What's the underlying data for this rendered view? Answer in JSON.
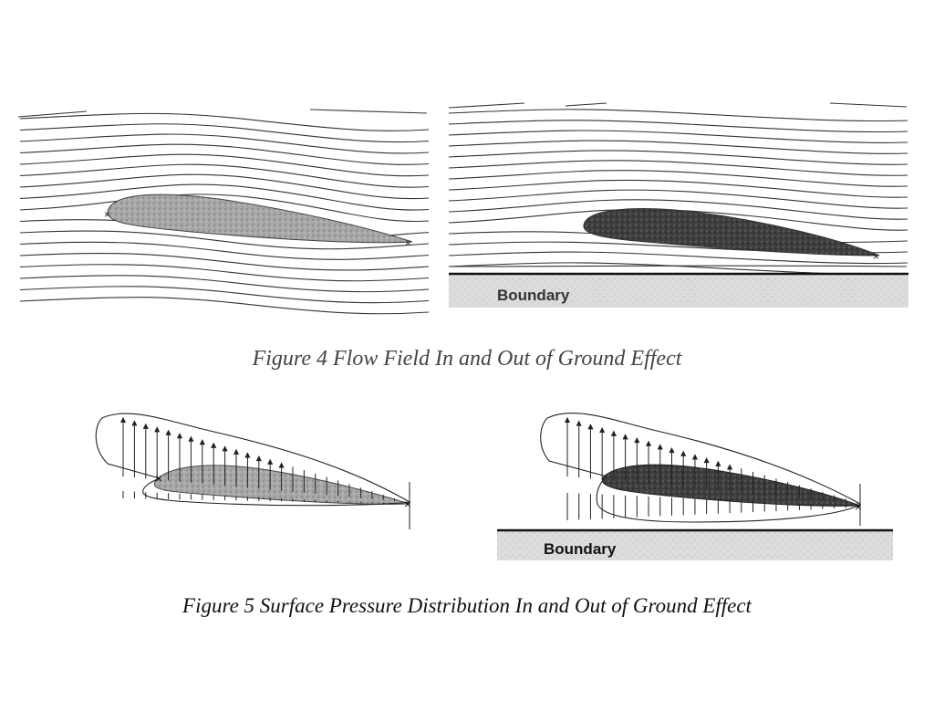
{
  "figure4": {
    "caption": "Figure 4  Flow Field In and Out of Ground Effect",
    "right_panel_label": "Boundary"
  },
  "figure5": {
    "caption": "Figure 5  Surface Pressure Distribution In and Out of Ground Effect",
    "right_panel_label": "Boundary"
  },
  "colors": {
    "ink": "#222222",
    "airfoil_light": "#a9a9a9",
    "airfoil_dark": "#3e3e3e",
    "ground": "#d9d9d9"
  }
}
